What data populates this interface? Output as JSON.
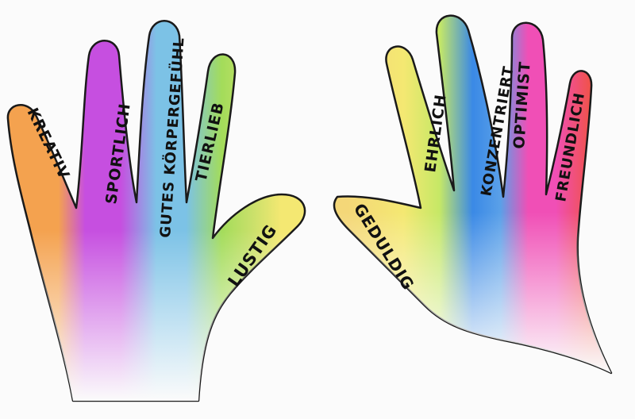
{
  "colors": {
    "orange": "#f4a24f",
    "magenta": "#c64fe0",
    "sky_blue": "#7cc2e6",
    "green": "#a3dc5a",
    "yellow": "#f4e872",
    "blue": "#3a89e6",
    "pink": "#f04fb6",
    "red": "#f0524e",
    "outline": "#1a1a1a"
  },
  "left_hand": {
    "thumb": "LUSTIG",
    "index": "TIERLIEB",
    "middle": "GUTES KÖRPERGEFÜHL",
    "ring": "SPORTLICH",
    "little": "KREATIV"
  },
  "right_hand": {
    "thumb": "GEDULDIG",
    "index": "EHRLICH",
    "middle": "KONZENTRIERT",
    "ring": "OPTIMIST",
    "little": "FREUNDLICH"
  }
}
